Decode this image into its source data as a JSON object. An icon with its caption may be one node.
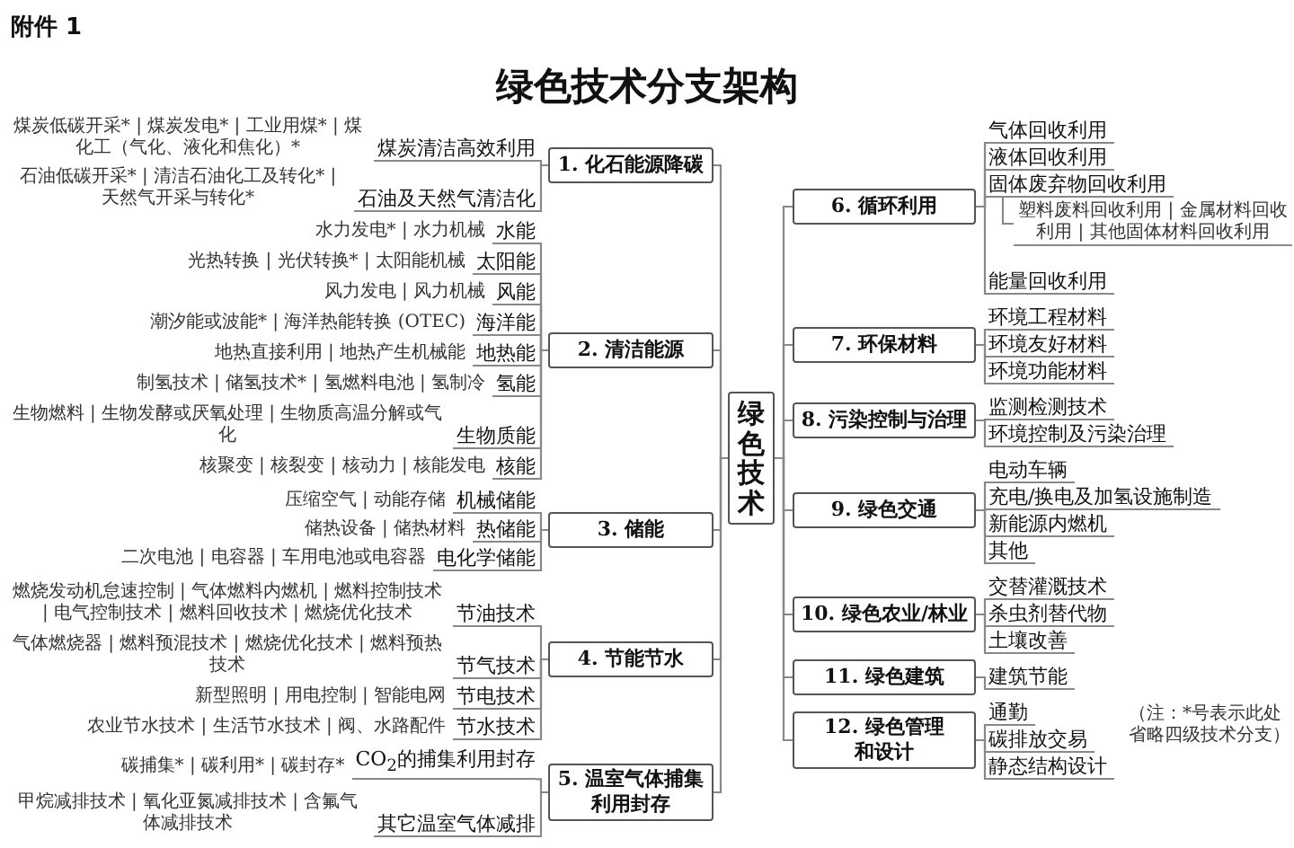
{
  "diagram": {
    "title": "绿色技术分支架构",
    "nodes": [
      {
        "text": [
          "绿色技术"
        ]
      },
      {
        "text": [
          "1. 化石能源降碳"
        ]
      },
      {
        "text": [
          "煤炭清洁高效利用"
        ],
        "beside": [
          "煤炭低碳开采* | 煤炭发电* | 工业用煤* | 煤化工（气化、液化和焦化）*"
        ]
      },
      {
        "text": [
          "石油及天然气清洁化"
        ],
        "beside": [
          "石油低碳开采* | 清洁石油化工及转化* | 天然气开采与转化*"
        ]
      },
      {
        "text": [
          "2. 清洁能源"
        ]
      },
      {
        "text": [
          "水能"
        ],
        "beside": [
          "水力发电* | 水力机械"
        ]
      },
      {
        "text": [
          "太阳能"
        ],
        "beside": [
          "光热转换 | 光伏转换* | 太阳能机械"
        ]
      },
      {
        "text": [
          "风能"
        ],
        "beside": [
          "风力发电 | 风力机械"
        ]
      },
      {
        "text": [
          "海洋能"
        ],
        "beside": [
          "潮汐能或波能* | 海洋热能转换 (OTEC)"
        ]
      },
      {
        "text": [
          "地热能"
        ],
        "beside": [
          "地热直接利用 | 地热产生机械能"
        ]
      },
      {
        "text": [
          "氢能"
        ],
        "beside": [
          "制氢技术 | 储氢技术* | 氢燃料电池 | 氢制冷"
        ]
      },
      {
        "text": [
          "生物质能"
        ],
        "beside": [
          "生物燃料 | 生物发酵或厌氧处理 | 生物质高温分解或气化"
        ]
      },
      {
        "text": [
          "核能"
        ],
        "beside": [
          "核聚变 | 核裂变 | 核动力 | 核能发电"
        ]
      },
      {
        "text": [
          "3. 储能"
        ]
      },
      {
        "text": [
          "机械储能"
        ],
        "beside": [
          "压缩空气 | 动能存储"
        ]
      },
      {
        "text": [
          "热储能"
        ],
        "beside": [
          "储热设备 | 储热材料"
        ]
      },
      {
        "text": [
          "电化学储能"
        ],
        "beside": [
          "二次电池 | 电容器 | 车用电池或电容器"
        ]
      },
      {
        "text": [
          "4. 节能节水"
        ]
      },
      {
        "text": [
          "节油技术"
        ],
        "beside": [
          "燃烧发动机怠速控制 | 气体燃料内燃机 | 燃料控制技术 | 电气控制技术 | 燃料回收技术 | 燃烧优化技术"
        ]
      },
      {
        "text": [
          "节气技术"
        ],
        "beside": [
          "气体燃烧器 | 燃料预混技术 | 燃烧优化技术 | 燃料预热技术"
        ]
      },
      {
        "text": [
          "节电技术"
        ],
        "beside": [
          "新型照明 | 用电控制 | 智能电网"
        ]
      },
      {
        "text": [
          "节水技术"
        ],
        "beside": [
          "农业节水技术 | 生活节水技术 | 阀、水路配件"
        ]
      },
      {
        "text": [
          "5. 温室气体捕集利用封存"
        ]
      },
      {
        "text": [
          "CO$_{2}$的捕集利用封存"
        ],
        "beside": [
          "碳捕集* | 碳利用* | 碳封存*"
        ]
      },
      {
        "text": [
          "其它温室气体减排"
        ],
        "beside": [
          "甲烷减排技术 | 氧化亚氮减排技术 | 含氟气体减排技术"
        ]
      },
      {
        "text": [
          "6. 循环利用"
        ]
      },
      {
        "text": [
          "气体回收利用"
        ]
      },
      {
        "text": [
          "液体回收利用"
        ]
      },
      {
        "text": [
          "固体废弃物回收利用"
        ]
      },
      {
        "text": [
          "塑料废料回收利用 | 金属材料回收利用 | 其他固体材料回收利用"
        ]
      },
      {
        "text": [
          "能量回收利用"
        ]
      },
      {
        "text": [
          "7. 环保材料"
        ]
      },
      {
        "text": [
          "环境工程材料"
        ]
      },
      {
        "text": [
          "环境友好材料"
        ]
      },
      {
        "text": [
          "环境功能材料"
        ]
      },
      {
        "text": [
          "8. 污染控制与治理"
        ]
      },
      {
        "text": [
          "监测检测技术"
        ]
      },
      {
        "text": [
          "环境控制及污染治理"
        ]
      },
      {
        "text": [
          "9. 绿色交通"
        ]
      },
      {
        "text": [
          "电动车辆"
        ]
      },
      {
        "text": [
          "充电/换电及加氢设施制造"
        ]
      },
      {
        "text": [
          "新能源内燃机"
        ]
      },
      {
        "text": [
          "其他"
        ]
      },
      {
        "text": [
          "10. 绿色农业/林业"
        ]
      },
      {
        "text": [
          "交替灌溉技术"
        ]
      },
      {
        "text": [
          "杀虫剂替代物"
        ]
      },
      {
        "text": [
          "土壤改善"
        ]
      },
      {
        "text": [
          "11. 绿色建筑"
        ]
      },
      {
        "text": [
          "建筑节能"
        ]
      },
      {
        "text": [
          "12. 绿色管理和设计"
        ]
      },
      {
        "text": [
          "通勤"
        ]
      },
      {
        "text": [
          "碳排放交易"
        ]
      },
      {
        "text": [
          "静态结构设计"
        ]
      }
    ],
    "edges": [
      {
        "from": 0,
        "to": 1,
        "arrow": "none"
      },
      {
        "from": 1,
        "to": 2,
        "arrow": "none"
      },
      {
        "from": 1,
        "to": 3,
        "arrow": "none"
      },
      {
        "from": 0,
        "to": 4,
        "arrow": "none"
      },
      {
        "from": 4,
        "to": 5,
        "arrow": "none"
      },
      {
        "from": 4,
        "to": 6,
        "arrow": "none"
      },
      {
        "from": 4,
        "to": 7,
        "arrow": "none"
      },
      {
        "from": 4,
        "to": 8,
        "arrow": "none"
      },
      {
        "from": 4,
        "to": 9,
        "arrow": "none"
      },
      {
        "from": 4,
        "to": 10,
        "arrow": "none"
      },
      {
        "from": 4,
        "to": 11,
        "arrow": "none"
      },
      {
        "from": 4,
        "to": 12,
        "arrow": "none"
      },
      {
        "from": 0,
        "to": 13,
        "arrow": "none"
      },
      {
        "from": 13,
        "to": 14,
        "arrow": "none"
      },
      {
        "from": 13,
        "to": 15,
        "arrow": "none"
      },
      {
        "from": 13,
        "to": 16,
        "arrow": "none"
      },
      {
        "from": 0,
        "to": 17,
        "arrow": "none"
      },
      {
        "from": 17,
        "to": 18,
        "arrow": "none"
      },
      {
        "from": 17,
        "to": 19,
        "arrow": "none"
      },
      {
        "from": 17,
        "to": 20,
        "arrow": "none"
      },
      {
        "from": 17,
        "to": 21,
        "arrow": "none"
      },
      {
        "from": 0,
        "to": 22,
        "arrow": "none"
      },
      {
        "from": 22,
        "to": 23,
        "arrow": "none"
      },
      {
        "from": 22,
        "to": 24,
        "arrow": "none"
      },
      {
        "from": 0,
        "to": 25,
        "arrow": "none"
      },
      {
        "from": 25,
        "to": 26,
        "arrow": "none"
      },
      {
        "from": 25,
        "to": 27,
        "arrow": "none"
      },
      {
        "from": 25,
        "to": 28,
        "arrow": "none"
      },
      {
        "from": 28,
        "to": 29,
        "arrow": "none"
      },
      {
        "from": 25,
        "to": 30,
        "arrow": "none"
      },
      {
        "from": 0,
        "to": 31,
        "arrow": "none"
      },
      {
        "from": 31,
        "to": 32,
        "arrow": "none"
      },
      {
        "from": 31,
        "to": 33,
        "arrow": "none"
      },
      {
        "from": 31,
        "to": 34,
        "arrow": "none"
      },
      {
        "from": 0,
        "to": 35,
        "arrow": "none"
      },
      {
        "from": 35,
        "to": 36,
        "arrow": "none"
      },
      {
        "from": 35,
        "to": 37,
        "arrow": "none"
      },
      {
        "from": 0,
        "to": 38,
        "arrow": "none"
      },
      {
        "from": 38,
        "to": 39,
        "arrow": "none"
      },
      {
        "from": 38,
        "to": 40,
        "arrow": "none"
      },
      {
        "from": 38,
        "to": 41,
        "arrow": "none"
      },
      {
        "from": 38,
        "to": 42,
        "arrow": "none"
      },
      {
        "from": 0,
        "to": 43,
        "arrow": "none"
      },
      {
        "from": 43,
        "to": 44,
        "arrow": "none"
      },
      {
        "from": 43,
        "to": 45,
        "arrow": "none"
      },
      {
        "from": 43,
        "to": 46,
        "arrow": "none"
      },
      {
        "from": 0,
        "to": 47,
        "arrow": "none"
      },
      {
        "from": 47,
        "to": 48,
        "arrow": "none"
      },
      {
        "from": 0,
        "to": 49,
        "arrow": "none"
      },
      {
        "from": 49,
        "to": 50,
        "arrow": "none"
      },
      {
        "from": 49,
        "to": 51,
        "arrow": "none"
      },
      {
        "from": 49,
        "to": 52,
        "arrow": "none"
      }
    ],
    "labels": [
      "附件 1",
      "（注：*号表示此处省略四级技术分支）"
    ]
  }
}
